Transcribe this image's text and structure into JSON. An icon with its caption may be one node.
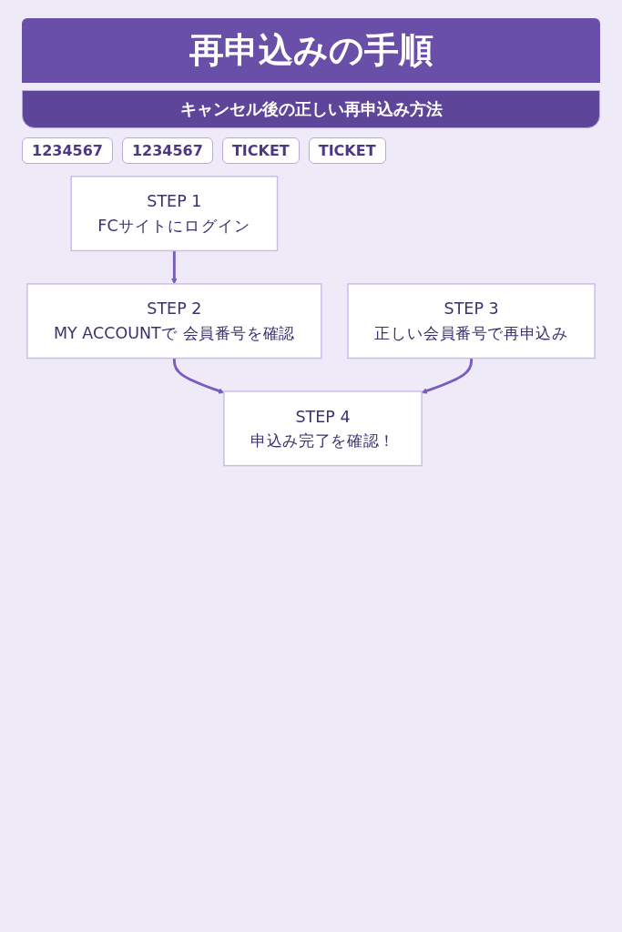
{
  "diagram": {
    "title": "再申込みの手順",
    "nodes": [
      {
        "text": [
          "STEP 1",
          "FCサイトにログイン"
        ]
      },
      {
        "text": [
          "STEP 2",
          "MY ACCOUNTで 会員番号を確認"
        ]
      },
      {
        "text": [
          "STEP 3",
          "正しい会員番号で再申込み"
        ]
      },
      {
        "text": [
          "STEP 4",
          "申込み完了を確認！"
        ]
      }
    ],
    "edges": [
      {
        "from": 0,
        "to": 1,
        "arrow": "to"
      },
      {
        "from": 1,
        "to": 3,
        "arrow": "to"
      },
      {
        "from": 2,
        "to": 3,
        "arrow": "to"
      }
    ],
    "labels": [
      "キャンセル後の正しい再申込み方法",
      "1234567",
      "1234567",
      "TICKET",
      "TICKET"
    ]
  }
}
